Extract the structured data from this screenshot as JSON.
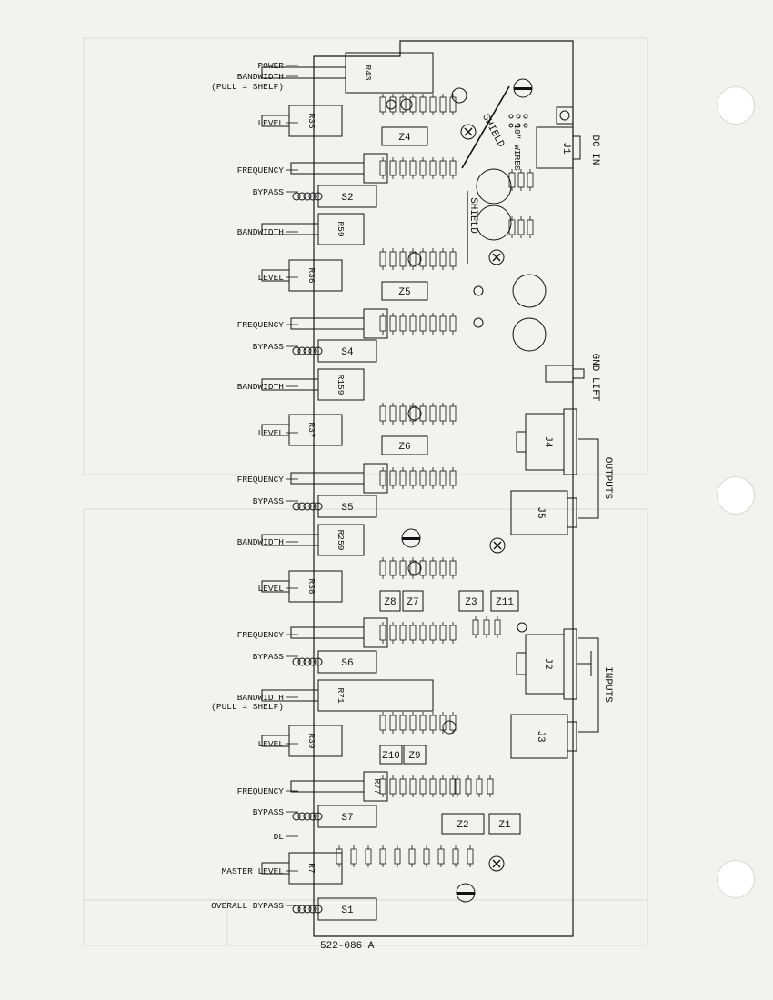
{
  "board_id": "522-086 A",
  "left_labels": {
    "power": "POWER",
    "bw_top_1": "BANDWIDTH",
    "bw_top_2": "(PULL = SHELF)",
    "level": "LEVEL",
    "frequency": "FREQUENCY",
    "bypass": "BYPASS",
    "bandwidth": "BANDWIDTH",
    "bw_bot_1": "BANDWIDTH",
    "bw_bot_2": "(PULL = SHELF)",
    "dl": "DL",
    "master_level": "MASTER LEVEL",
    "overall_bypass": "OVERALL BYPASS"
  },
  "pots": {
    "r43": "R43",
    "r35": "R35",
    "r59": "R59",
    "r36": "R36",
    "r159": "R159",
    "r37": "R37",
    "r259": "R259",
    "r38": "R38",
    "r71": "R71",
    "r39": "R39",
    "r77": "R77",
    "r7": "R7"
  },
  "switches": {
    "s2": "S2",
    "s4": "S4",
    "s5": "S5",
    "s6": "S6",
    "s7": "S7",
    "s1": "S1"
  },
  "ics": {
    "z4": "Z4",
    "z5": "Z5",
    "z6": "Z6",
    "z8": "Z8",
    "z7": "Z7",
    "z3": "Z3",
    "z11": "Z11",
    "z10": "Z10",
    "z9": "Z9",
    "z2": "Z2",
    "z1": "Z1"
  },
  "jacks": {
    "j1": "J1",
    "j4": "J4",
    "j5": "J5",
    "j2": "J2",
    "j3": "J3"
  },
  "right_labels": {
    "dc_in": "DC IN",
    "gnd_lift": "GND LIFT",
    "outputs": "OUTPUTS",
    "inputs": "INPUTS",
    "shield_1": "SHIELD",
    "shield_2": "SHIELD",
    "wires": "10\" WIRES"
  }
}
